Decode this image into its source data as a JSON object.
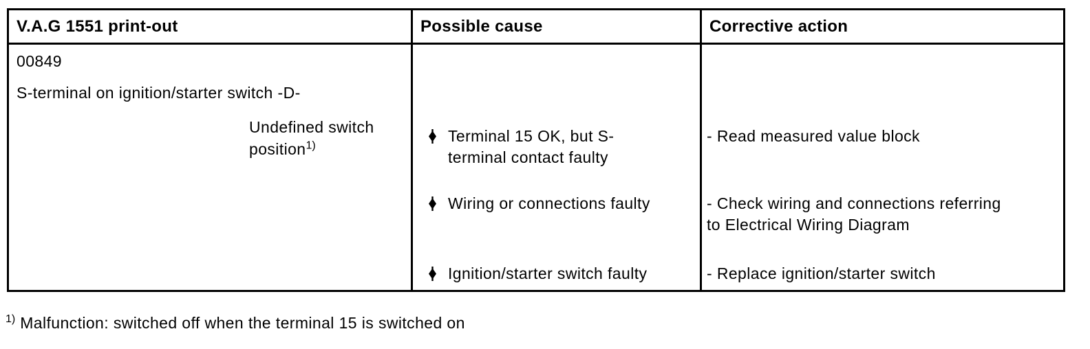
{
  "table": {
    "columns": [
      "V.A.G 1551 print-out",
      "Possible cause",
      "Corrective action"
    ],
    "fault": {
      "code": "00849",
      "name": "S-terminal on ignition/starter switch -D-",
      "condition": "Undefined switch\nposition",
      "condition_footnote_ref": "1)"
    },
    "rows": [
      {
        "cause": "Terminal 15 OK, but S-\nterminal contact faulty",
        "action": "- Read measured value block"
      },
      {
        "cause": "Wiring or connections faulty",
        "action": "- Check wiring and connections referring\nto Electrical Wiring Diagram"
      },
      {
        "cause": "Ignition/starter switch faulty",
        "action": "- Replace ignition/starter switch"
      }
    ]
  },
  "footnote": {
    "ref": "1)",
    "text": "Malfunction: switched off when the terminal 15 is switched on"
  },
  "icons": {
    "bullet": "diamond-with-stem-bullet"
  },
  "colors": {
    "background": "#ffffff",
    "text": "#000000",
    "border": "#000000"
  }
}
